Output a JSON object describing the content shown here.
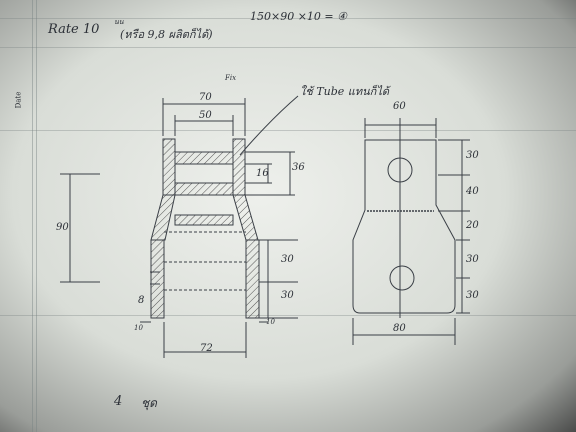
{
  "header": {
    "rate": "Rate 10",
    "rate_sup": "นน",
    "rate_note": "(หรือ 9,8 ผลิตก็ได้)",
    "stock": "150×90 ×10 = ④",
    "date_label": "Date"
  },
  "front_view": {
    "dim_top": "70",
    "dim_top_note": "Fix",
    "dim_inner": "50",
    "dim_height": "90",
    "dim_tube_inner": "16",
    "dim_tube_outer": "36",
    "dim_side_a": "30",
    "dim_side_b": "30",
    "dim_left_small": "8",
    "dim_thick_left": "10",
    "dim_thick_right": "10",
    "dim_bottom": "72"
  },
  "tube_note": "ใช้ Tube แทนก็ได้",
  "side_view": {
    "dim_top": "60",
    "dim_bottom": "80",
    "dims_right": [
      "30",
      "40",
      "20",
      "30",
      "30"
    ]
  },
  "footer": {
    "count": "4",
    "unit": "ชุด"
  }
}
